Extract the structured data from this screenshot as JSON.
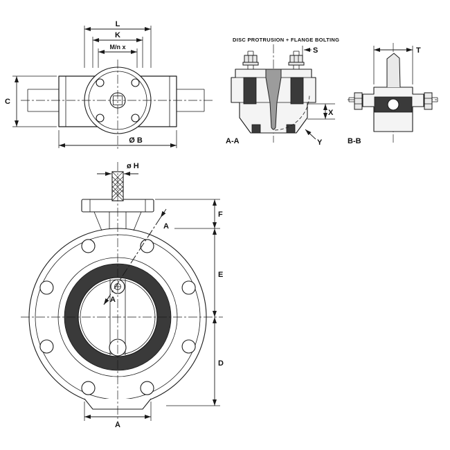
{
  "title": "DISC PROTRUSION + FLANGE BOLTING",
  "top_view": {
    "dim_l": "L",
    "dim_k": "K",
    "dim_mn": "M/n x",
    "dim_c": "C",
    "dim_b": "Ø B"
  },
  "section_aa": {
    "label": "A-A",
    "dim_s": "S",
    "dim_x": "X",
    "dim_y": "Y"
  },
  "section_bb": {
    "label": "B-B",
    "dim_t": "T"
  },
  "front_view": {
    "dim_h": "ø H",
    "dim_f": "F",
    "dim_e": "E",
    "dim_d": "D",
    "dim_a": "A",
    "cut_top": "A",
    "cut_bottom": "A"
  }
}
